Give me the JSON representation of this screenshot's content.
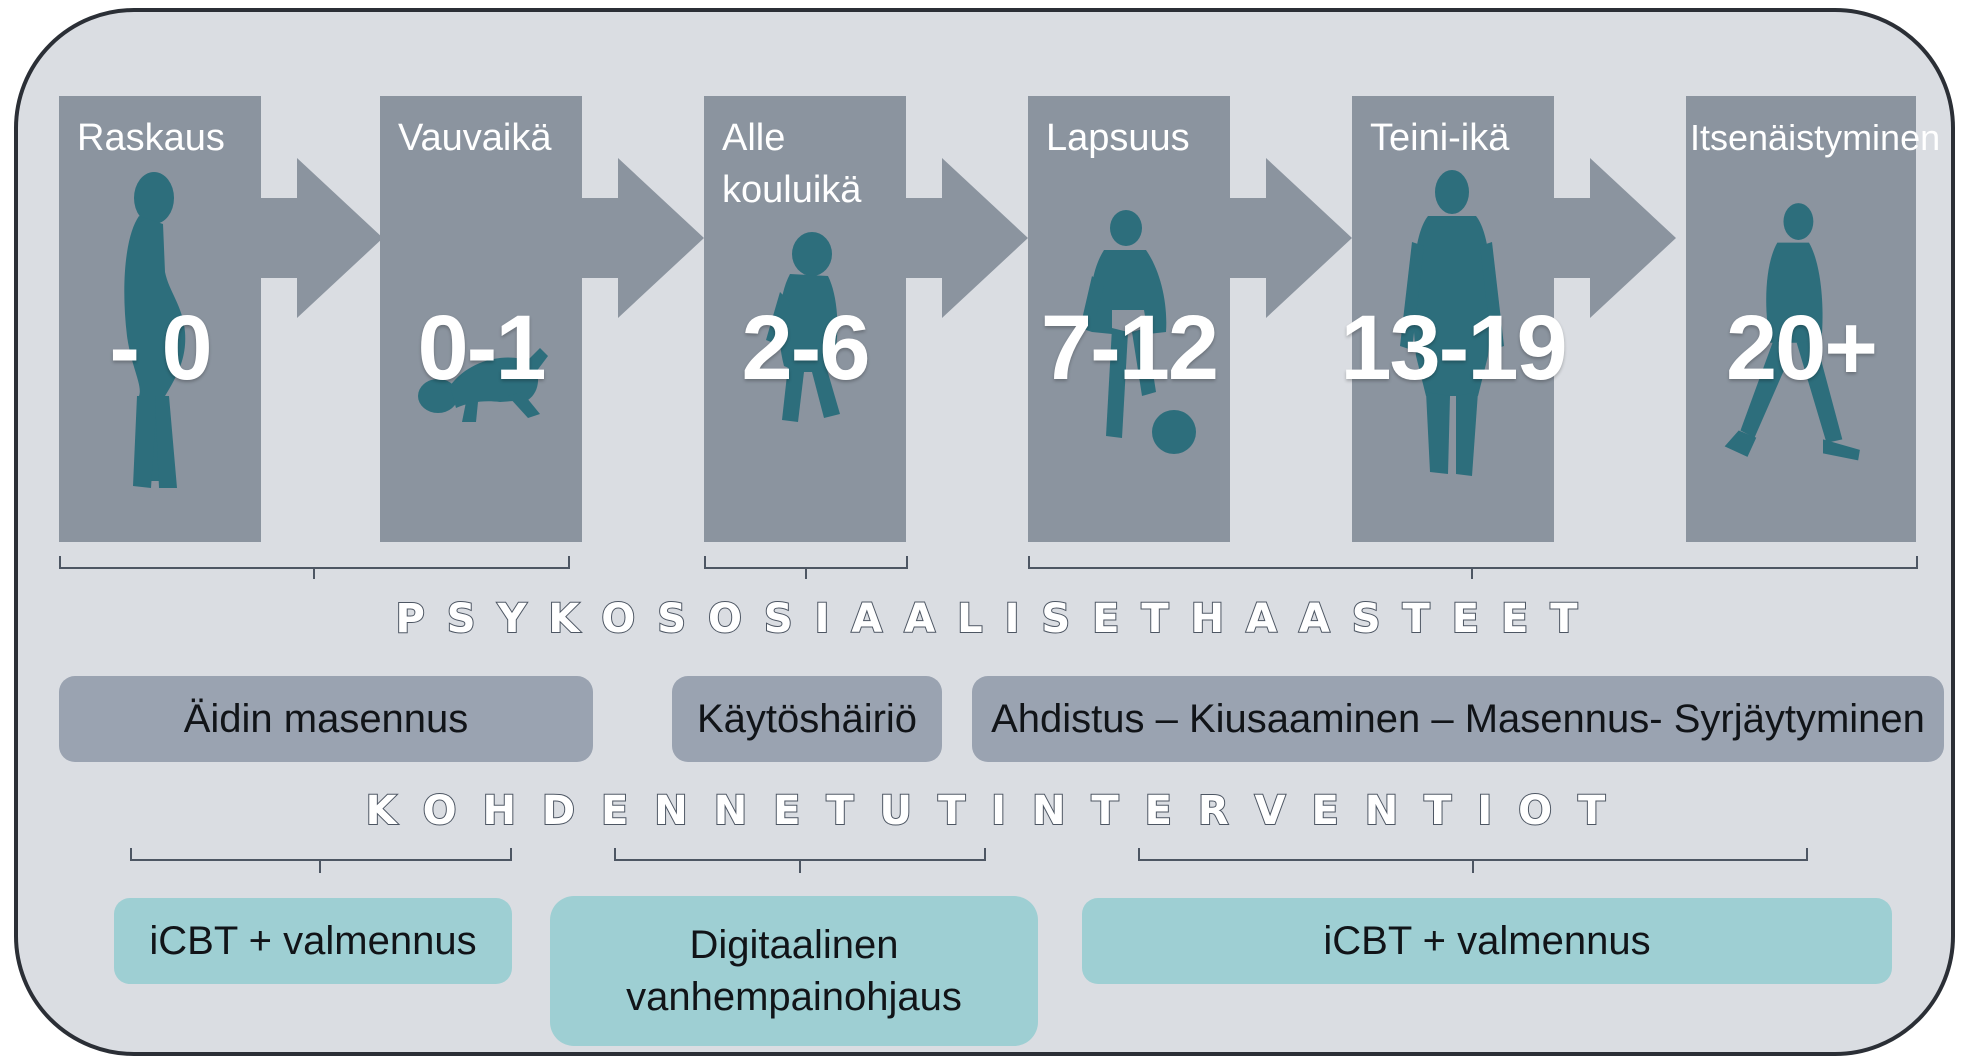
{
  "stages": [
    {
      "label": "Raskaus",
      "age": "- 0",
      "figure": "pregnant-woman-silhouette"
    },
    {
      "label": "Vauvaikä",
      "age": "0-1",
      "figure": "crawling-baby-silhouette"
    },
    {
      "label": "Alle kouluikä",
      "age": "2-6",
      "figure": "toddler-silhouette"
    },
    {
      "label": "Lapsuus",
      "age": "7-12",
      "figure": "child-with-ball-silhouette"
    },
    {
      "label": "Teini-ikä",
      "age": "13-19",
      "figure": "teenager-silhouette"
    },
    {
      "label": "Itsenäistyminen",
      "age": "20+",
      "figure": "walking-young-adult-silhouette"
    }
  ],
  "headings": {
    "challenges": "P S Y K O S O S I A A L I S E T   H A A S T E E T",
    "interventions": "K O H D E N N E T U T   I N T E R V E N T I O T"
  },
  "challenges": [
    "Äidin masennus",
    "Käytöshäiriö",
    "Ahdistus – Kiusaaminen – Masennus- Syrjäytyminen"
  ],
  "interventions": [
    {
      "line1": "iCBT + valmennus",
      "line2": ""
    },
    {
      "line1": "Digitaalinen",
      "line2": "vanhempainohjaus"
    },
    {
      "line1": "iCBT + valmennus",
      "line2": ""
    }
  ],
  "colors": {
    "background": "#dadde2",
    "stage_box": "#8b949f",
    "figure": "#2d6e7c",
    "challenge_pill": "#9aa3b1",
    "intervention_pill": "#9ecfd3"
  }
}
